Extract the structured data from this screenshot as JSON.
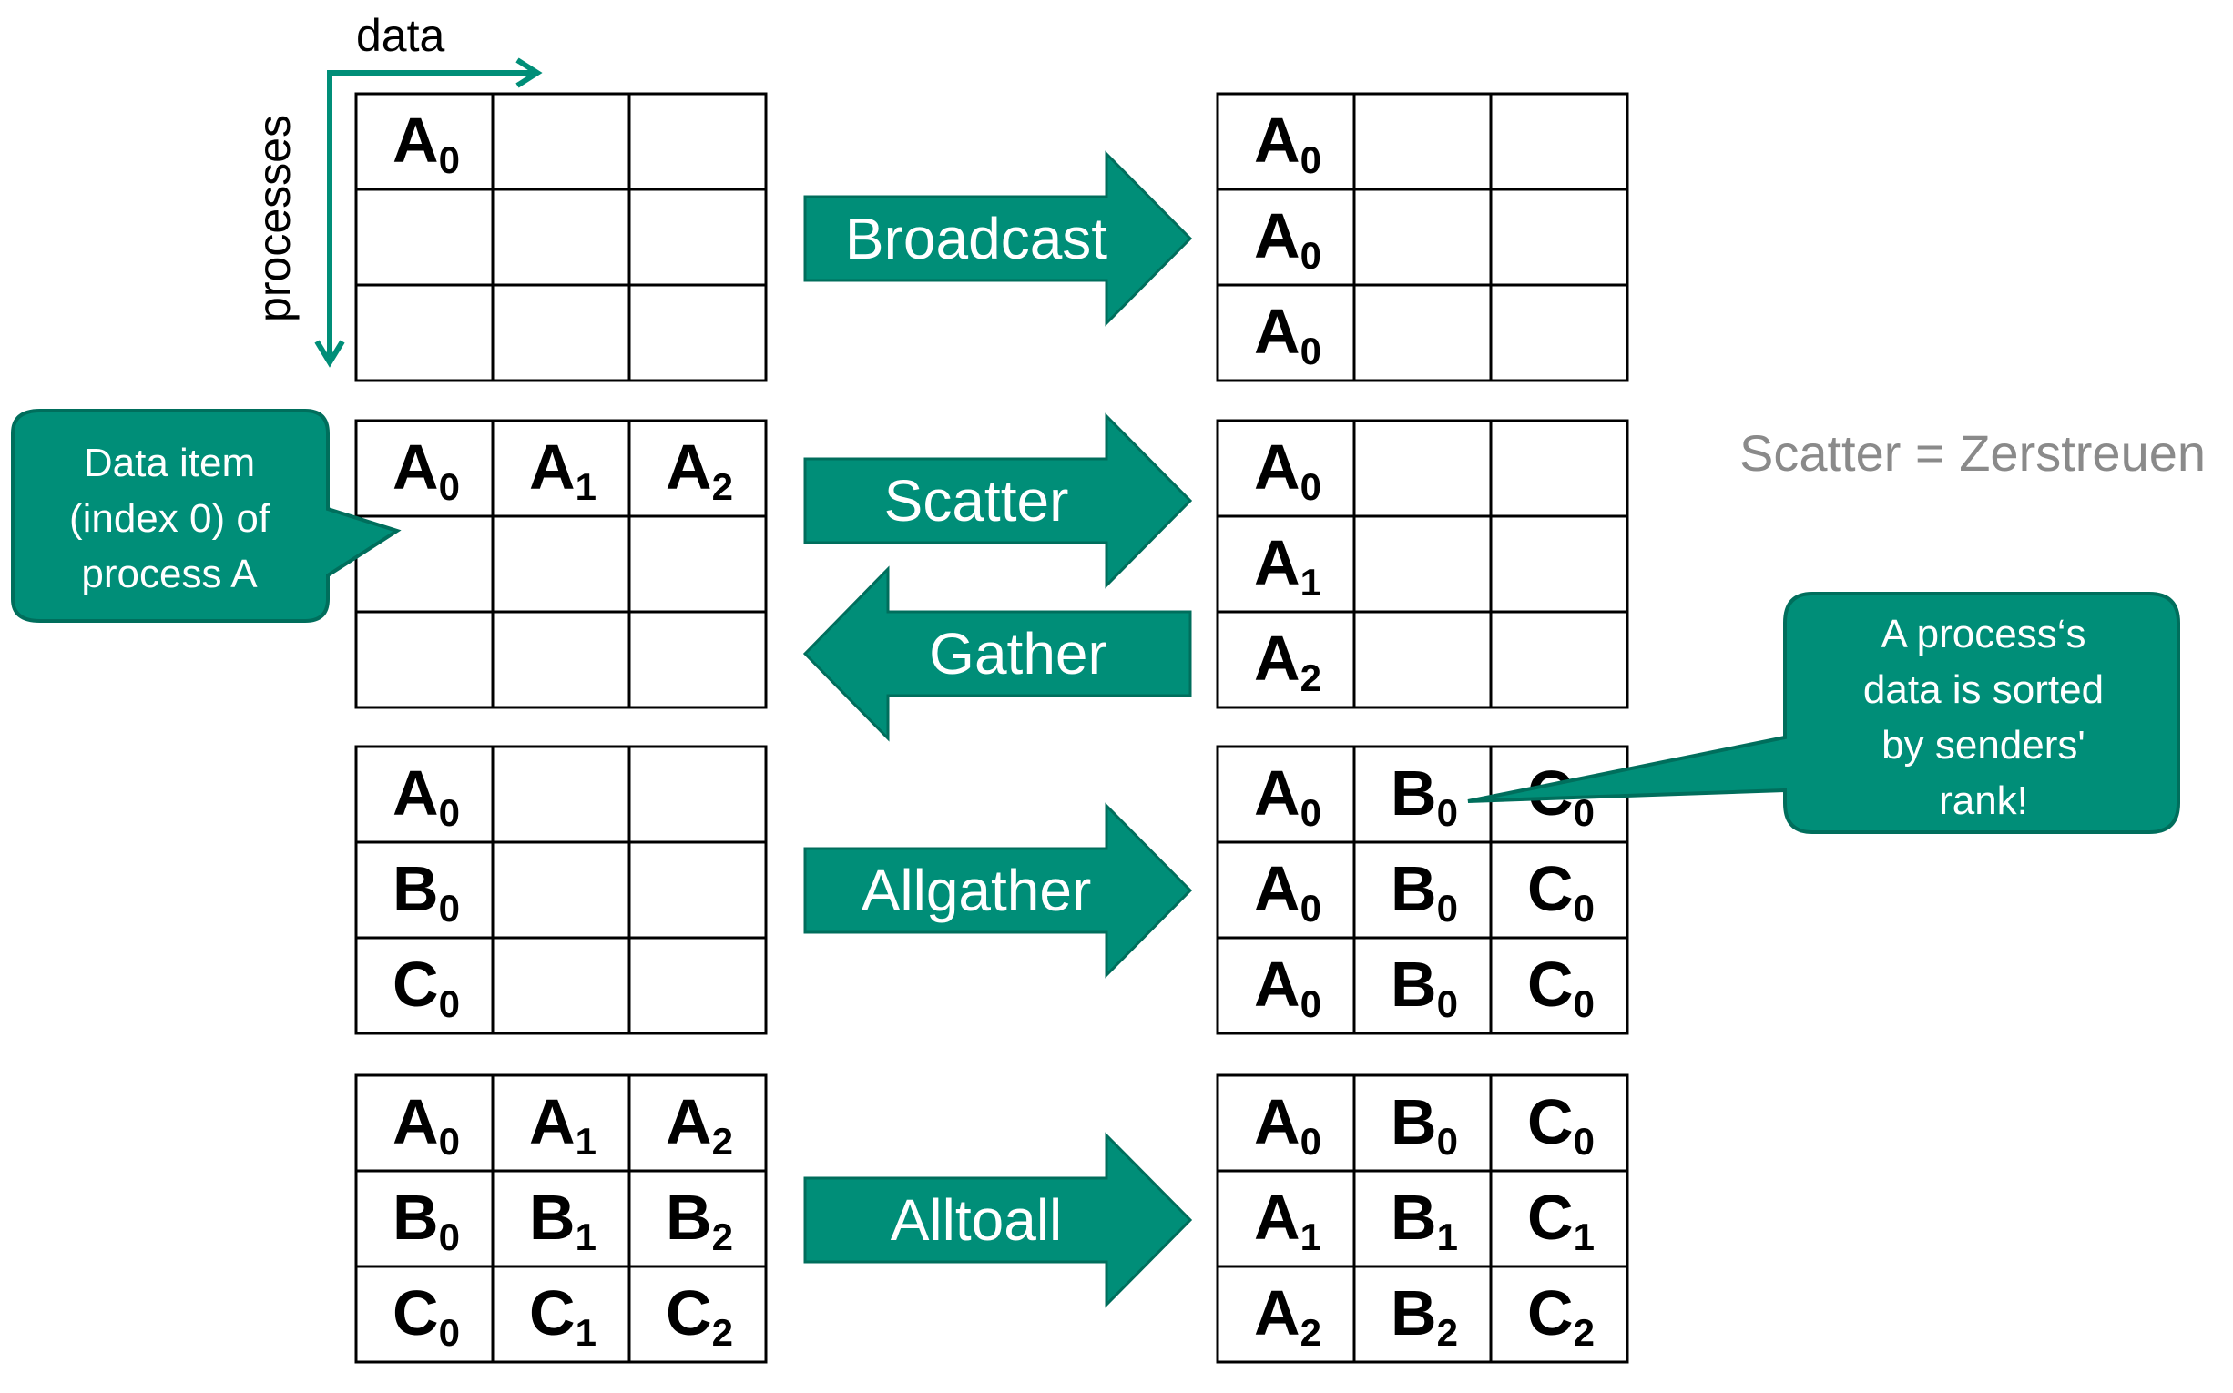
{
  "axes": {
    "x_label": "data",
    "y_label": "processes"
  },
  "colors": {
    "teal": "#008e78",
    "teal_dark": "#006e5c",
    "grid": "#000000",
    "note": "#8a8a8a"
  },
  "operations": [
    {
      "name": "Broadcast",
      "arrow": "right",
      "input": [
        [
          "A0",
          "",
          ""
        ],
        [
          "",
          "",
          ""
        ],
        [
          "",
          "",
          ""
        ]
      ],
      "output": [
        [
          "A0",
          "",
          ""
        ],
        [
          "A0",
          "",
          ""
        ],
        [
          "A0",
          "",
          ""
        ]
      ]
    },
    {
      "name": "Scatter",
      "arrow": "right",
      "input": [
        [
          "A0",
          "A1",
          "A2"
        ],
        [
          "",
          "",
          ""
        ],
        [
          "",
          "",
          ""
        ]
      ],
      "output": [
        [
          "A0",
          "",
          ""
        ],
        [
          "A1",
          "",
          ""
        ],
        [
          "A2",
          "",
          ""
        ]
      ]
    },
    {
      "name": "Gather",
      "arrow": "left"
    },
    {
      "name": "Allgather",
      "arrow": "right",
      "input": [
        [
          "A0",
          "",
          ""
        ],
        [
          "B0",
          "",
          ""
        ],
        [
          "C0",
          "",
          ""
        ]
      ],
      "output": [
        [
          "A0",
          "B0",
          "C0"
        ],
        [
          "A0",
          "B0",
          "C0"
        ],
        [
          "A0",
          "B0",
          "C0"
        ]
      ]
    },
    {
      "name": "Alltoall",
      "arrow": "right",
      "input": [
        [
          "A0",
          "A1",
          "A2"
        ],
        [
          "B0",
          "B1",
          "B2"
        ],
        [
          "C0",
          "C1",
          "C2"
        ]
      ],
      "output": [
        [
          "A0",
          "B0",
          "C0"
        ],
        [
          "A1",
          "B1",
          "C1"
        ],
        [
          "A2",
          "B2",
          "C2"
        ]
      ]
    }
  ],
  "callouts": {
    "data_item": [
      "Data item",
      "(index 0) of",
      "process A"
    ],
    "sorted": [
      "A process‘s",
      "data is sorted",
      "by senders'",
      "rank!"
    ]
  },
  "note": "Scatter = Zerstreuen"
}
